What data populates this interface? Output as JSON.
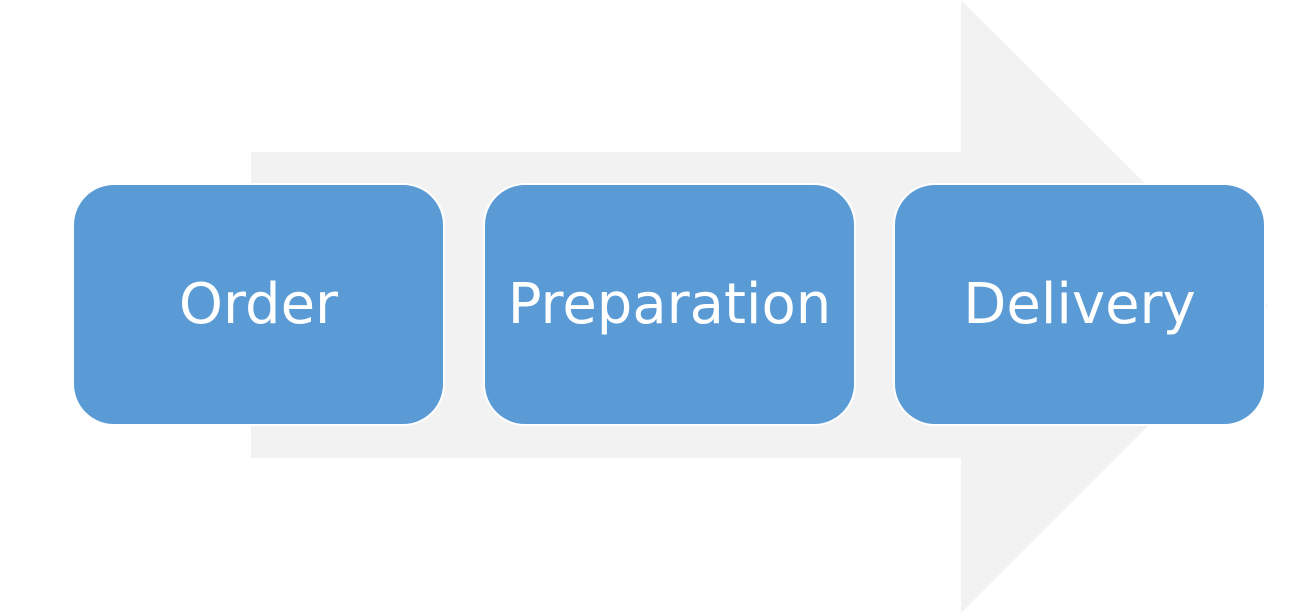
{
  "colors": {
    "arrow": "#f2f2f2",
    "box_fill": "#5b9bd5",
    "box_border": "#ffffff",
    "label": "#ffffff"
  },
  "steps": [
    {
      "label": "Order"
    },
    {
      "label": "Preparation"
    },
    {
      "label": "Delivery"
    }
  ]
}
